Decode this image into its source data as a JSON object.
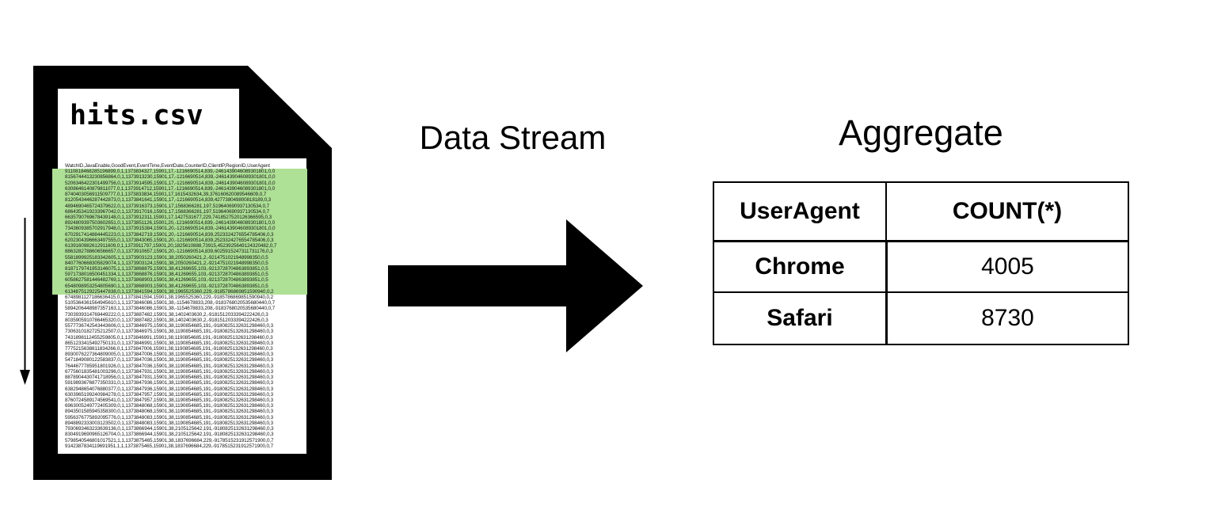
{
  "file": {
    "name": "hits.csv",
    "header_line": "WatchID,JavaEnable,GoodEvent,EventTime,EventDate,CounterID,ClientIP,RegionID,UserAgent",
    "highlighted_count": 22,
    "rows": [
      "9110818468285196899,0,1,1373834327,15901,17,-1216690514,839,-2461439046089301801,0,0",
      "8156744413230856864,0,1,1373913230,15901,17,-1216690514,839,-2461439046089301801,0,0",
      "5206346422301499756,0,1,1373914595,15901,17,-1216690514,839,-2461439046089301801,0,0",
      "6308646140879811077,0,1,1373914712,15901,17,-1216690514,839,-2461439046089301801,0,0",
      "8740403056911509777,0,1,1373833834,15901,17,1615432634,39,376160620089546609,0,7",
      "8120543446287442873,0,1,1373841641,15901,17,-1216690514,839,427738049800818189,0,3",
      "4894690465724379622,0,1,1373916373,15901,17,1568366281,197,519640690937130534,0,7",
      "6864353419233967042,0,1,1373917016,15901,17,1568366281,197,519640690937130534,0,7",
      "6635790769678439148,0,1,1373912311,15901,17,1427531677,229,7418527520126366595,0,3",
      "8924809397503602651,0,1,1373851126,15901,20,-1216690514,839,-2461439046089301801,0,0",
      "7343609385702917948,0,1,1373915384,15901,20,-1216690514,839,-2461439046089301801,0,0",
      "6702917414884445223,0,1,1373842719,15901,20,-1216690514,839,2523324276554785406,0,3",
      "6202304396663497555,0,1,1373843065,15901,20,-1216690514,839,2523324276554785406,0,3",
      "6139160982612911609,0,1,1373911797,15901,20,1825610888,73915,4523925649124320482,0,7",
      "8863282788606566657,0,1,1373910657,15901,20,-1216690514,839,6025915247311731176,0,3",
      "5581899925183342605,1,1,1373903123,15901,38,2050260421,2,-9214751021948998350,0,5",
      "8407760668305829074,1,1,1373903124,15901,38,2050260421,2,-9214751021948998350,0,5",
      "8187179741953146075,1,1,1373868875,15901,38,41269655,103,-9213728704863893851,0,5",
      "5971738016500451334,1,1,1373868876,15901,38,41269655,103,-9213728704863893851,0,5",
      "6058627581446482769,1,1,1373868903,15901,38,41269655,103,-9213728704863893851,0,5",
      "6548098953254805690,1,1,1373868903,15901,38,41269655,103,-9213728704863893851,0,5",
      "6134875129225447838,0,1,1373841594,15901,38,1965525360,229,-9185786869851590940,0,2",
      "6748981127186636415,0,1,1373841594,15901,38,1965525360,229,-9185786869851590940,0,2",
      "5105364361564945610,1,1,1373846086,15901,38,-1154678833,208,-9183768020535680440,0,7",
      "5894206448987357163,1,1,1373846086,15901,38,-1154678833,208,-9183768020535680440,0,7",
      "7303939314769449222,0,1,1373887482,15901,38,1402403630,2,-9181512033394222426,0,3",
      "8035905910786465320,0,1,1373887482,15901,38,1402403630,2,-9181512033394222426,0,3",
      "5577736742543443606,0,1,1373846975,15901,38,1190854685,191,-9180825132631298460,0,3",
      "7306310182725212507,0,1,1373846975,15901,38,1190854685,191,-9180825132631298460,0,3",
      "7431898112455259805,0,1,1373846991,15901,38,1190854685,191,-9180825132631298460,0,3",
      "8651233415492750131,0,1,1373846991,15901,38,1190854685,191,-9180825132631298460,0,3",
      "7775215638811834266,0,1,1373847006,15901,38,1190854685,191,-9180825132631298460,0,3",
      "8930076227364809005,0,1,1373847006,15901,38,1190854685,191,-9180825132631298460,0,3",
      "5471849080122583837,0,1,1373847036,15901,38,1190854685,191,-9180825132631298460,0,3",
      "7644677785951801926,0,1,1373847036,15901,38,1190854685,191,-9180825132631298460,0,3",
      "6775601835481003296,0,1,1373847931,15901,38,1190854685,191,-9180825132631298460,0,3",
      "8878904430741718956,0,1,1373847931,15901,38,1190854685,191,-9180825132631298460,0,3",
      "5919893676877350331,0,1,1373847936,15901,38,1190854685,191,-9180825132631298460,0,3",
      "6382948654076880377,0,1,1373847936,15901,38,1190854685,191,-9180825132631298460,0,3",
      "6303965199240984278,0,1,1373847957,15901,38,1190854685,191,-9180825132631298460,0,3",
      "8760724589174569541,0,1,1373847957,15901,38,1190854685,191,-9180825132631298460,0,3",
      "6963005249772405309,0,1,1373848068,15901,38,1190854685,191,-9180825132631298460,0,3",
      "8943501585945358300,0,1,1373848068,15901,38,1190854685,191,-9180825132631298460,0,3",
      "5956376775892095776,0,1,1373848083,15901,38,1190854685,191,-9180825132631298460,0,3",
      "8948892333003123502,0,1,1373848083,15901,38,1190854685,191,-9180825132631298460,0,3",
      "7930693463233639136,0,1,1373866944,15901,38,2105125642,191,-9180825132631298460,0,3",
      "8304919690965126704,0,1,1373866944,15901,38,2105125642,191,-9180825132631298460,0,3",
      "5798540546801017521,1,1,1373875465,15901,38,1837696684,229,-9178515231912571900,0,7",
      "9142387834119691951,1,1,1373875465,15901,38,1837696684,229,-9178515231912571900,0,7"
    ]
  },
  "stream": {
    "label": "Data Stream"
  },
  "aggregate": {
    "title": "Aggregate",
    "table": {
      "columns": [
        "UserAgent",
        "COUNT(*)"
      ],
      "rows": [
        {
          "agent": "Chrome",
          "count": "4005"
        },
        {
          "agent": "Safari",
          "count": "8730"
        }
      ]
    }
  },
  "icons": {
    "file": "csv-document-icon",
    "stream": "right-arrow-icon",
    "scroll": "down-arrow-icon"
  },
  "colors": {
    "shape": "#000000",
    "background": "#ffffff",
    "highlight": "#aee096"
  }
}
